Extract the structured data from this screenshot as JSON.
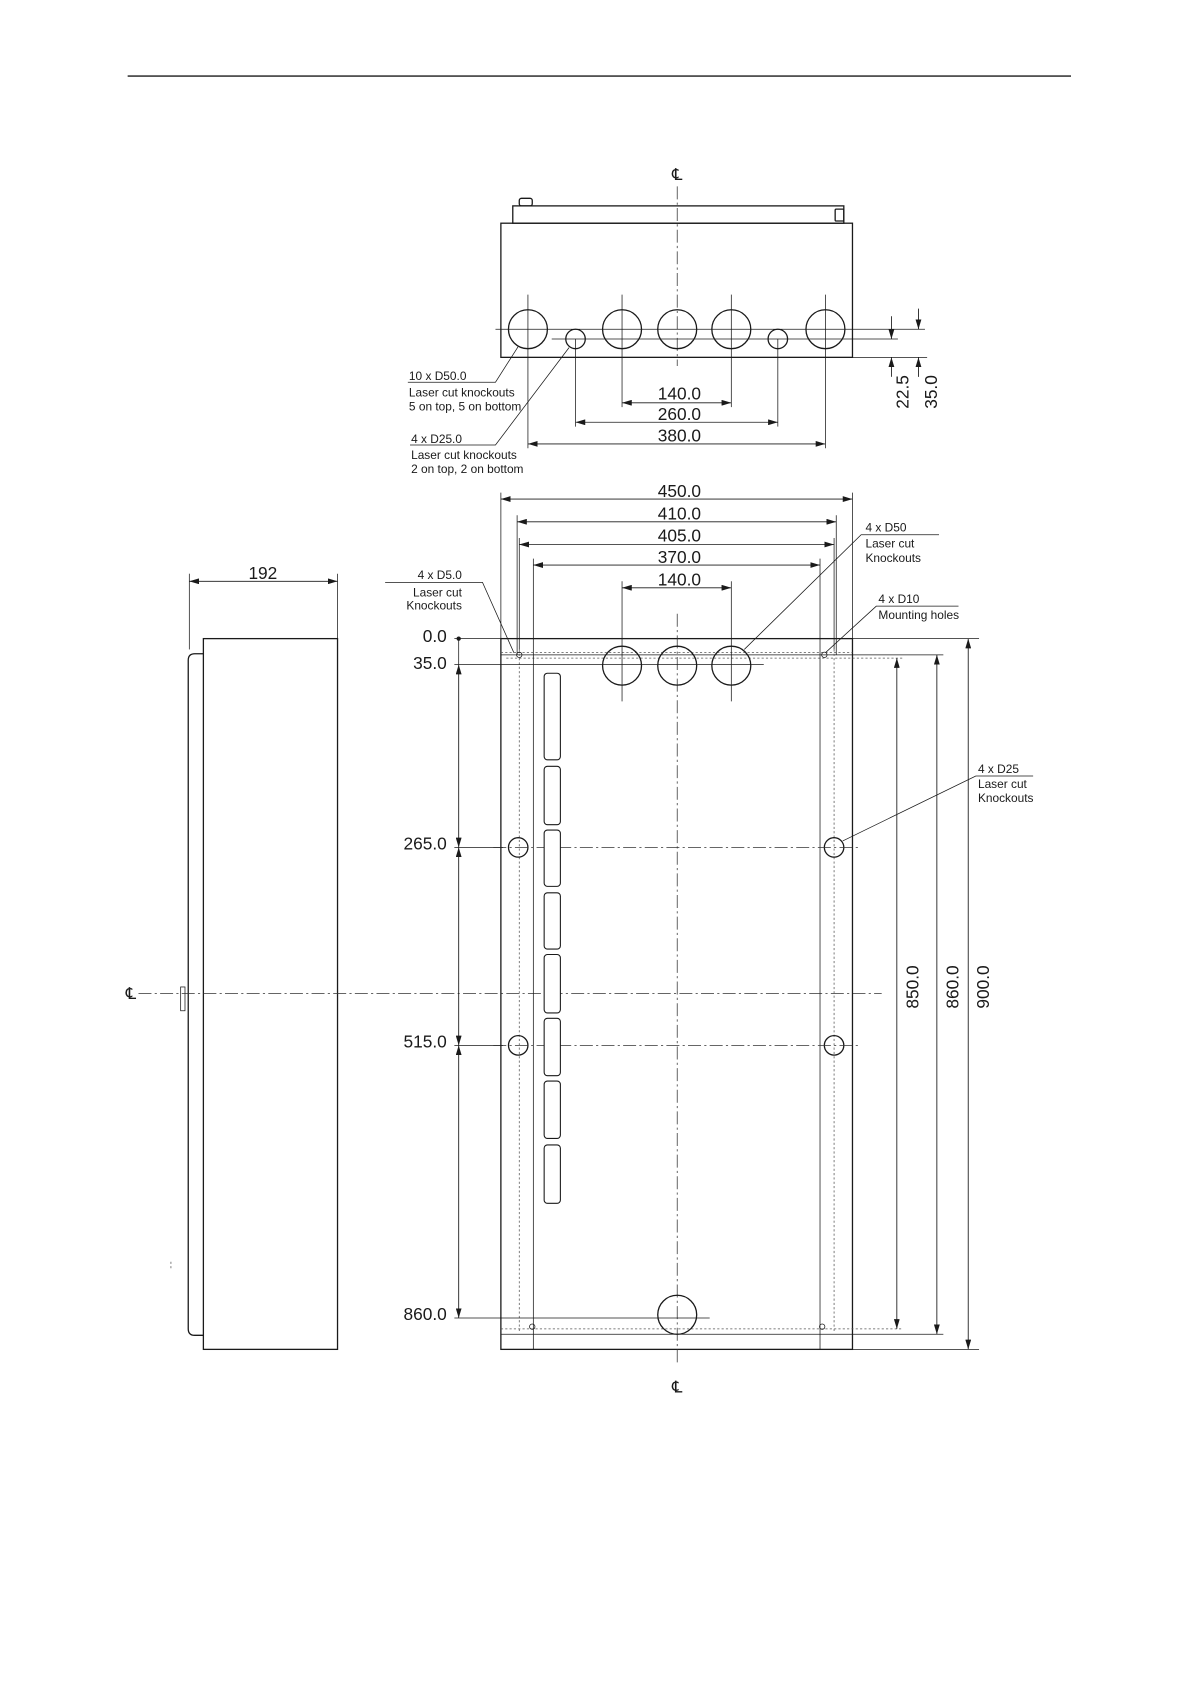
{
  "top_view": {
    "centerline_symbol": "℄",
    "dim_140": "140.0",
    "dim_260": "260.0",
    "dim_380": "380.0",
    "dim_22_5": "22.5",
    "dim_35": "35.0",
    "callout_d50": [
      "10 x D50.0",
      "Laser cut knockouts",
      "5 on top, 5 on bottom"
    ],
    "callout_d25": [
      "4 x D25.0",
      "Laser cut knockouts",
      "2 on top, 2 on bottom"
    ]
  },
  "front_view": {
    "width_dims": [
      "450.0",
      "410.0",
      "405.0",
      "370.0",
      "140.0"
    ],
    "height_dims": [
      "850.0",
      "860.0",
      "900.0"
    ],
    "ordinates": [
      "0.0",
      "35.0",
      "265.0",
      "515.0",
      "860.0"
    ],
    "callout_d5": [
      "4 x D5.0",
      "Laser cut",
      "Knockouts"
    ],
    "callout_d50": [
      "4 x D50",
      "Laser cut",
      "Knockouts"
    ],
    "callout_d10": [
      "4 x D10",
      "Mounting holes"
    ],
    "callout_d25": [
      "4 x D25",
      "Laser cut",
      "Knockouts"
    ],
    "centerline_symbols": [
      "℄",
      "℄"
    ]
  },
  "side_view": {
    "depth_dim": "192"
  }
}
